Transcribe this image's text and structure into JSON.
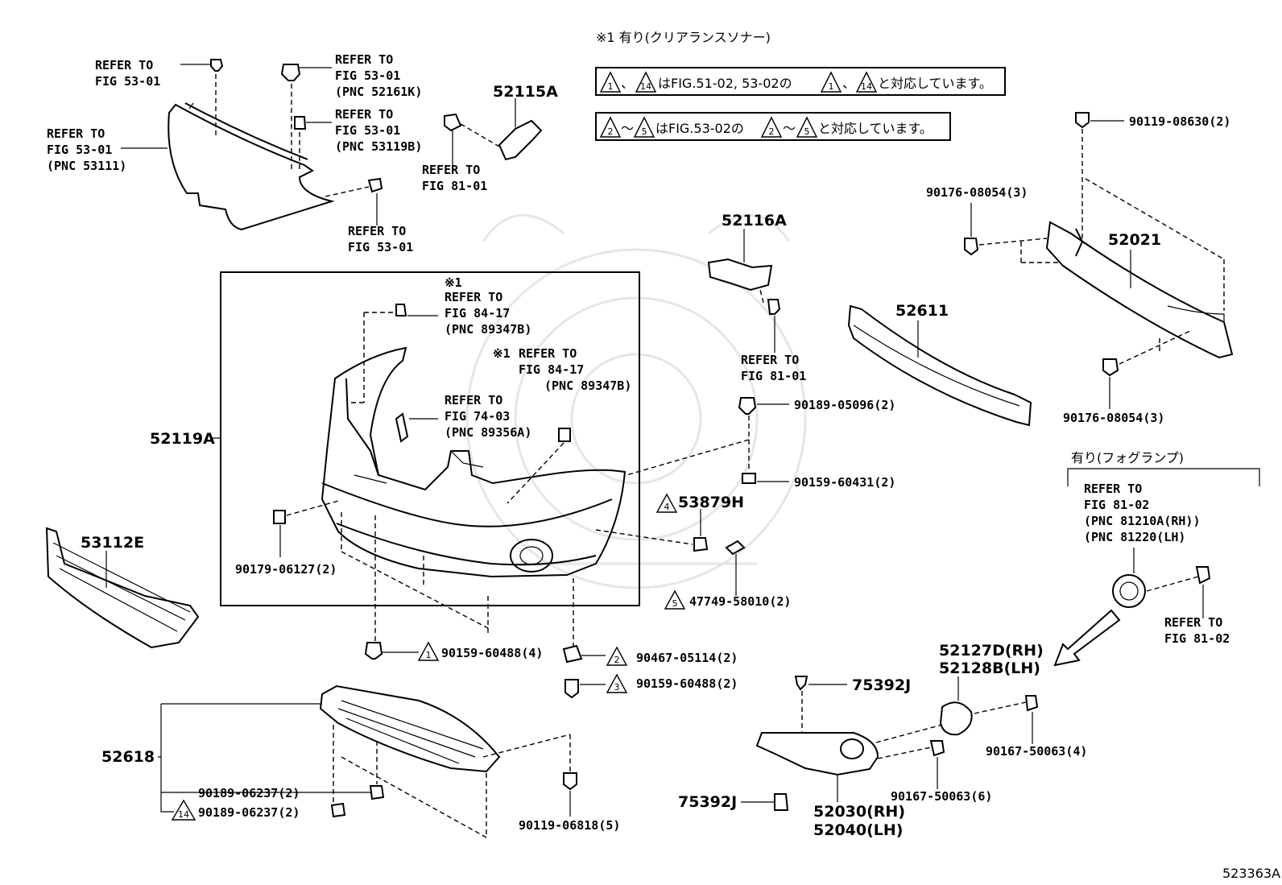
{
  "notes": {
    "note1": "※1 有り(クリアランスソナー)",
    "box1_a": "1",
    "box1_b": "14",
    "box1_text1": "、",
    "box1_text2": "はFIG.51-02, 53-02の",
    "box1_c": "1",
    "box1_text3": "、",
    "box1_d": "14",
    "box1_text4": "と対応しています。",
    "box2_a": "2",
    "box2_text1": "～",
    "box2_b": "5",
    "box2_text2": "はFIG.53-02の",
    "box2_c": "2",
    "box2_text3": "～",
    "box2_d": "5",
    "box2_text4": "と対応しています。",
    "fog_note": "有り(フォグランプ)",
    "star1": "※1",
    "star1b": "※1"
  },
  "refs": {
    "r1": [
      "REFER TO",
      "FIG 53-01"
    ],
    "r2": [
      "REFER TO",
      "FIG 53-01",
      "(PNC 52161K)"
    ],
    "r3": [
      "REFER TO",
      "FIG 53-01",
      "(PNC 53119B)"
    ],
    "r4": [
      "REFER TO",
      "FIG 53-01",
      "(PNC 53111)"
    ],
    "r5": [
      "REFER TO",
      "FIG 81-01"
    ],
    "r6": [
      "REFER TO",
      "FIG 53-01"
    ],
    "r7": [
      "REFER TO",
      "FIG 84-17",
      "(PNC 89347B)"
    ],
    "r8": [
      "REFER TO",
      "FIG 84-17",
      "(PNC 89347B)"
    ],
    "r9": [
      "REFER TO",
      "FIG 74-03",
      "(PNC 89356A)"
    ],
    "r10": [
      "REFER TO",
      "FIG 81-01"
    ],
    "r11": [
      "REFER TO",
      "FIG 81-02",
      "(PNC 81210A(RH))",
      "(PNC 81220(LH)"
    ],
    "r12": [
      "REFER TO",
      "FIG 81-02"
    ]
  },
  "parts": {
    "p52115A": "52115A",
    "p52116A": "52116A",
    "p52021": "52021",
    "p52611": "52611",
    "p52119A": "52119A",
    "p53112E": "53112E",
    "p53879H": "53879H",
    "p52618": "52618",
    "p52127D": "52127D(RH)",
    "p52128B": "52128B(LH)",
    "p75392J_a": "75392J",
    "p75392J_b": "75392J",
    "p52030": "52030(RH)",
    "p52040": "52040(LH)"
  },
  "fasteners": {
    "f1": "90119-08630(2)",
    "f2": "90176-08054(3)",
    "f3": "90176-08054(3)",
    "f4": "90189-05096(2)",
    "f5": "90159-60431(2)",
    "f6": "47749-58010(2)",
    "f7": "90179-06127(2)",
    "f8": "90159-60488(4)",
    "f9": "90467-05114(2)",
    "f10": "90159-60488(2)",
    "f11": "90189-06237(2)",
    "f12": "90189-06237(2)",
    "f13": "90119-06818(5)",
    "f14": "90167-50063(4)",
    "f15": "90167-50063(6)"
  },
  "triangles": {
    "t4": "4",
    "t5": "5",
    "t1": "1",
    "t2": "2",
    "t3": "3",
    "t14": "14"
  },
  "figure_id": "523363A"
}
